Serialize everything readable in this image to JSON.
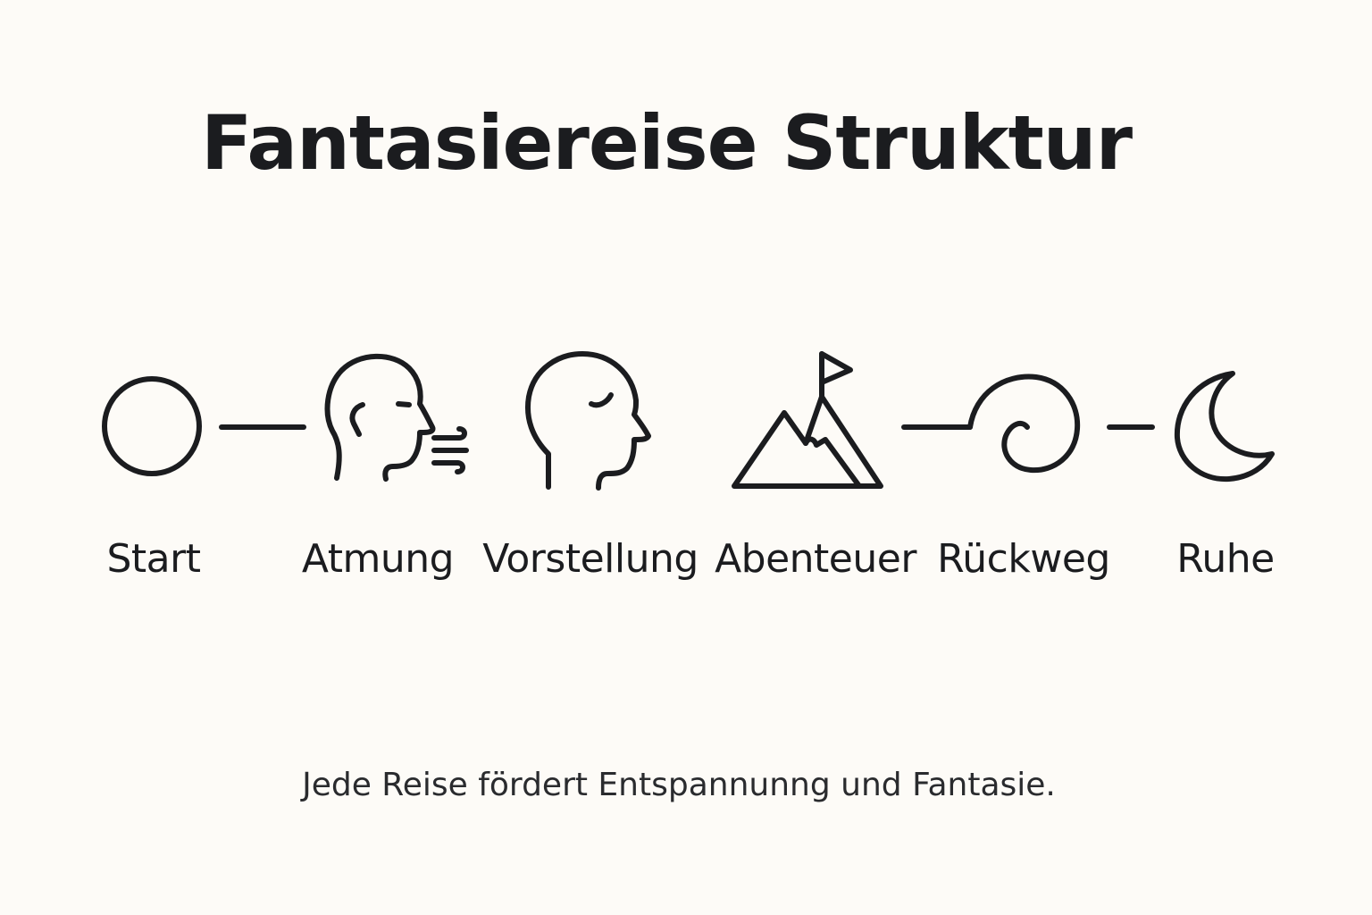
{
  "title": "Fantasiereise Struktur",
  "steps": [
    {
      "label": "Start",
      "icon": "circle-icon"
    },
    {
      "label": "Atmung",
      "icon": "breathing-head-icon"
    },
    {
      "label": "Vorstellung",
      "icon": "imagining-head-icon"
    },
    {
      "label": "Abenteuer",
      "icon": "mountain-flag-icon"
    },
    {
      "label": "Rückweg",
      "icon": "spiral-icon"
    },
    {
      "label": "Ruhe",
      "icon": "moon-icon"
    }
  ],
  "footer": "Jede Reise fördert Entspannunng und Fantasie.",
  "colors": {
    "background": "#fdfbf7",
    "ink": "#1b1c1f"
  }
}
